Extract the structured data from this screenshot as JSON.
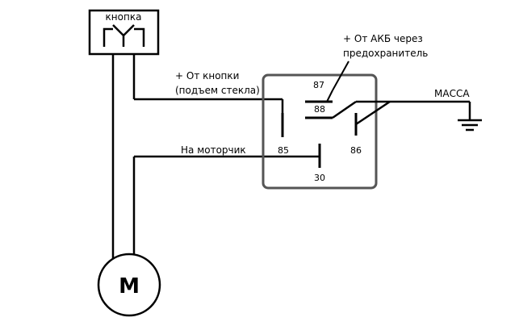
{
  "button": {
    "label": "кнопка"
  },
  "relay": {
    "pins": {
      "p87": "87",
      "p88": "88",
      "p85": "85",
      "p86": "86",
      "p30": "30"
    }
  },
  "labels": {
    "battery_line1": "+ От АКБ через",
    "battery_line2": "предохранитель",
    "button_line1": "+ От кнопки",
    "button_line2": "(подъем стекла)",
    "ground": "МАССА",
    "motor_wire": "На моторчик"
  },
  "motor": {
    "letter": "M"
  }
}
